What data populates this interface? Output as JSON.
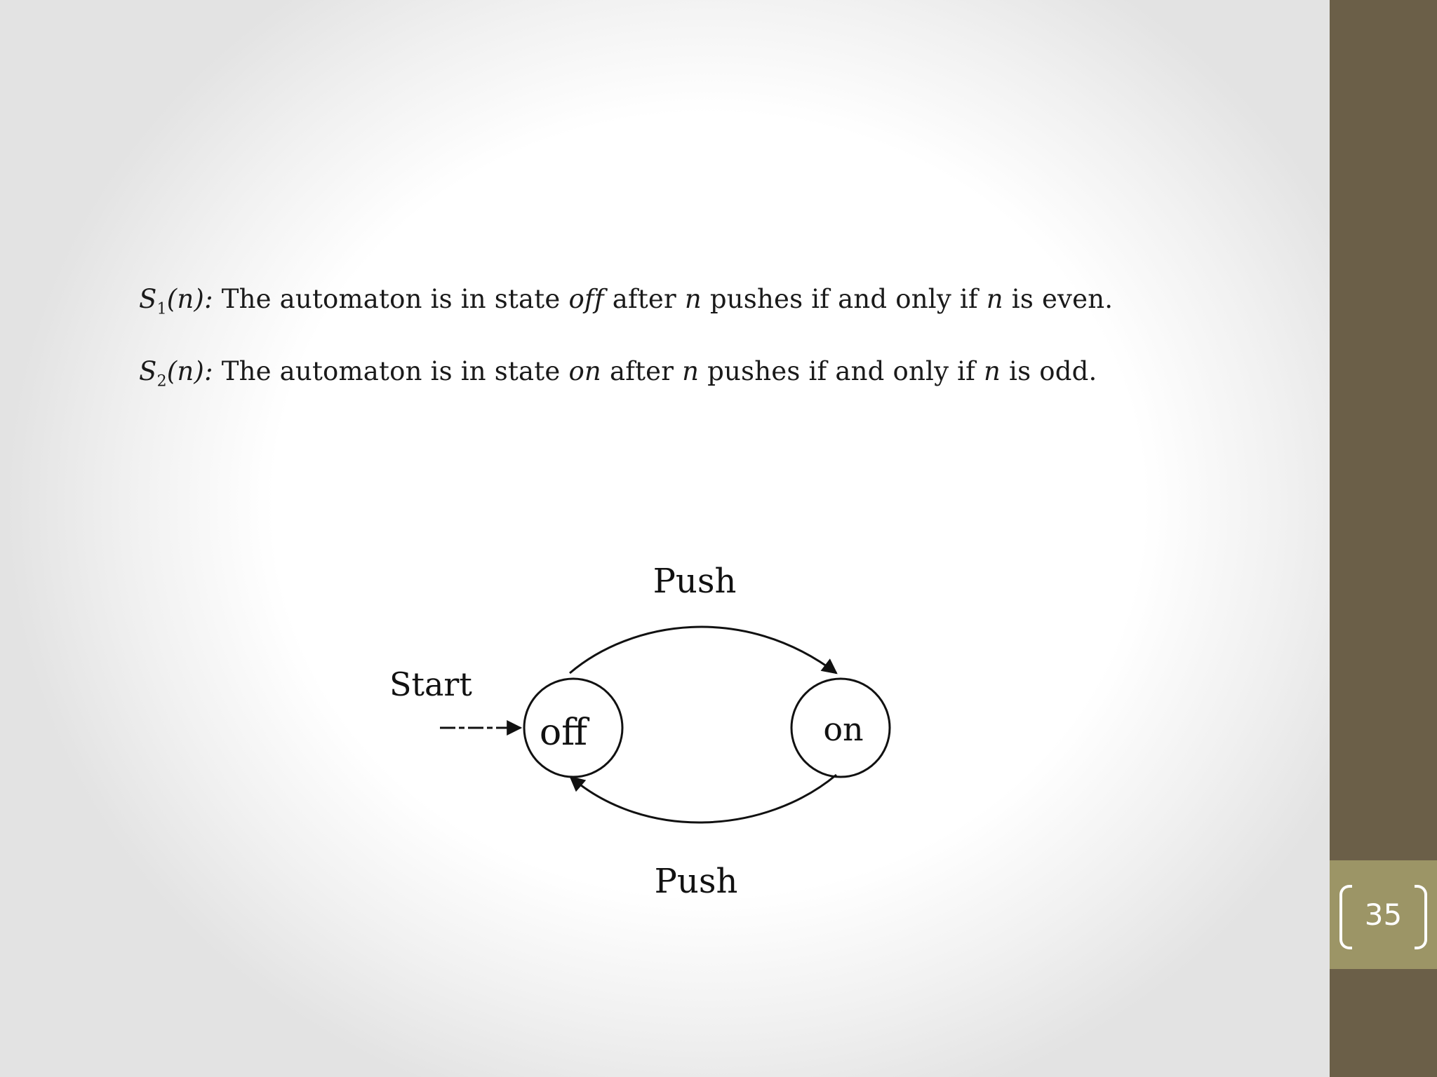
{
  "statements": [
    {
      "label": "S",
      "subscript": "1",
      "arg": "(n):",
      "pre": "The automaton is in state",
      "state": "off",
      "mid": "after",
      "var1": "n",
      "post1": "pushes if and only if",
      "var2": "n",
      "post2": "is even."
    },
    {
      "label": "S",
      "subscript": "2",
      "arg": "(n):",
      "pre": "The automaton is in state",
      "state": "on",
      "mid": "after",
      "var1": "n",
      "post1": "pushes if and only if",
      "var2": "n",
      "post2": "is odd."
    }
  ],
  "diagram": {
    "start_label": "Start",
    "states": [
      {
        "name": "off"
      },
      {
        "name": "on"
      }
    ],
    "transitions": [
      {
        "from": "off",
        "to": "on",
        "label": "Push"
      },
      {
        "from": "on",
        "to": "off",
        "label": "Push"
      }
    ],
    "initial_state": "off"
  },
  "page_number": "35",
  "colors": {
    "sidebar": "#6b5f48",
    "page_box": "#9c9566",
    "text": "#1a1a1a"
  }
}
